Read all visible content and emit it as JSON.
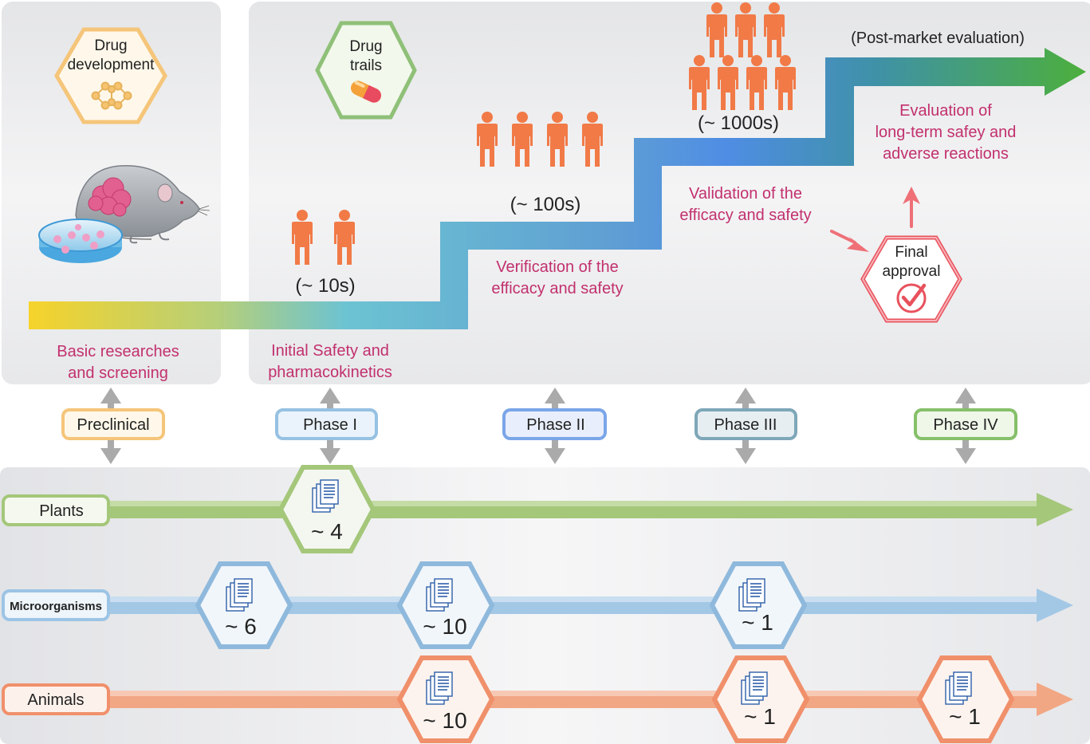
{
  "hex_labels": {
    "drug_development": [
      "Drug",
      "development"
    ],
    "drug_trails": [
      "Drug",
      "trails"
    ],
    "final_approval": [
      "Final",
      "approval"
    ]
  },
  "post_market": "(Post-market evaluation)",
  "participants": {
    "phase1": "(~ 10s)",
    "phase2": "(~ 100s)",
    "phase3": "(~ 1000s)"
  },
  "stage_descriptions": {
    "preclinical": [
      "Basic researches",
      "and screening"
    ],
    "phase1": [
      "Initial Safety and",
      "pharmacokinetics"
    ],
    "phase2": [
      "Verification of the",
      "efficacy and safety"
    ],
    "phase3": [
      "Validation of the",
      "efficacy and safety"
    ],
    "phase4": [
      "Evaluation of",
      "long-term safey and",
      "adverse reactions"
    ]
  },
  "phases": [
    "Preclinical",
    "Phase I",
    "Phase II",
    "Phase III",
    "Phase IV"
  ],
  "sources": [
    "Plants",
    "Microorganisms",
    "Animals"
  ],
  "counts": {
    "plants_phase1": "~ 4",
    "micro_preclinical": "~ 6",
    "micro_phase2": "~ 10",
    "micro_phase3": "~ 1",
    "animals_phase2": "~ 10",
    "animals_phase3": "~ 1",
    "animals_phase4": "~ 1"
  },
  "colors": {
    "accent_text": "#c2306e",
    "plants": "#9bbf6b",
    "microorganisms": "#8fb9dc",
    "animals": "#f0906b",
    "person": "#f17a47",
    "approval": "#e8525d"
  }
}
